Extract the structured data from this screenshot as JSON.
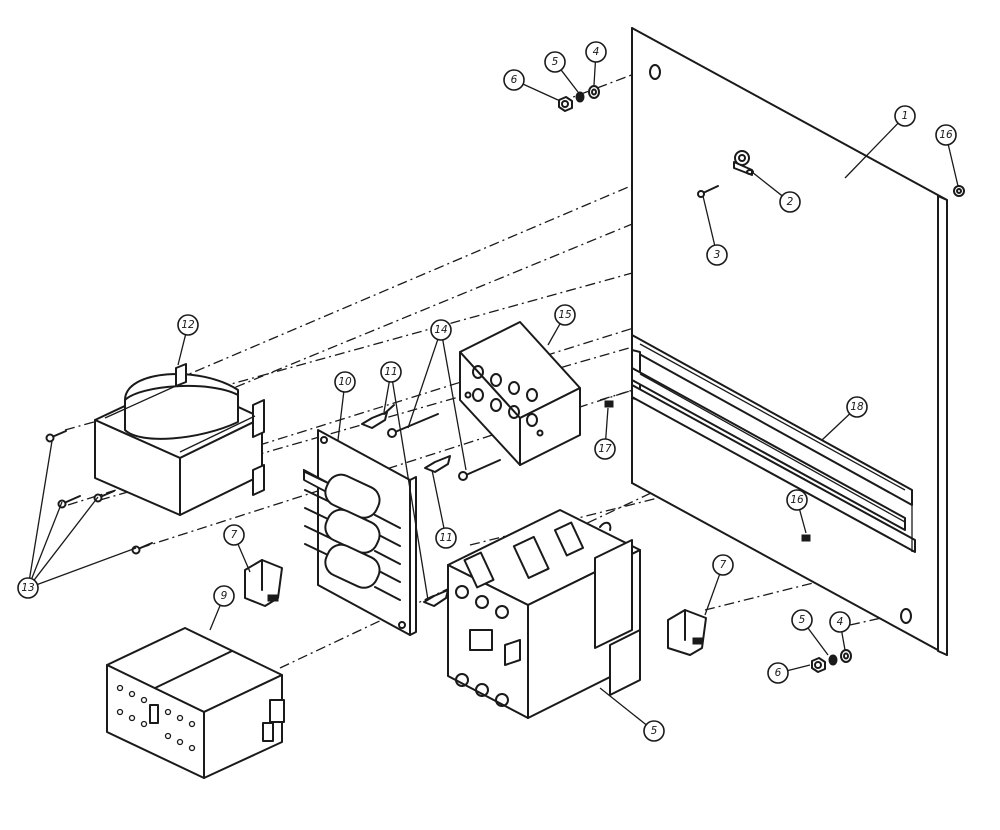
{
  "callouts": [
    {
      "label": "1"
    },
    {
      "label": "2"
    },
    {
      "label": "3"
    },
    {
      "label": "4"
    },
    {
      "label": "5"
    },
    {
      "label": "6"
    },
    {
      "label": "16"
    },
    {
      "label": "12"
    },
    {
      "label": "15"
    },
    {
      "label": "14"
    },
    {
      "label": "11"
    },
    {
      "label": "10"
    },
    {
      "label": "17"
    },
    {
      "label": "18"
    },
    {
      "label": "16"
    },
    {
      "label": "13"
    },
    {
      "label": "7"
    },
    {
      "label": "11"
    },
    {
      "label": "7"
    },
    {
      "label": "9"
    },
    {
      "label": "5"
    },
    {
      "label": "6"
    },
    {
      "label": "5"
    },
    {
      "label": "4"
    }
  ]
}
